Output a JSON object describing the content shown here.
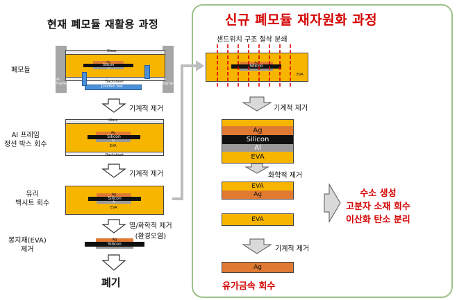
{
  "left": {
    "title": "현재 폐모듈 재활용 과정",
    "row1_label": "폐모듈",
    "module1": {
      "glass": "Glass",
      "ag": "Ag",
      "silicon": "Silicon",
      "al": "Al",
      "eva": "EVA",
      "backsheet": "Backsheet",
      "junction": "Junction box",
      "frame_l": "Al\nframe",
      "frame_r": "Al\nframe"
    },
    "step1": "기계적 제거",
    "row2_label": "Al 프레임\n정션 박스 회수",
    "module2": {
      "glass": "Glass",
      "ag": "Ag",
      "silicon": "Silicon",
      "al": "Al",
      "eva": "EVA",
      "backsheet": "Backsheet"
    },
    "step2": "기계적 제거",
    "row3_label": "유리\n백시트 회수",
    "module3": {
      "ag": "Ag",
      "silicon": "Silicon",
      "al": "Al",
      "eva": "EVA"
    },
    "step3": "열/화학적 제거\n(환경오염)",
    "row4_label": "봉지재(EVA)\n제거",
    "module4": {
      "ag": "Ag",
      "silicon": "Silicon"
    },
    "final": "폐기"
  },
  "right": {
    "title": "신규 폐모듈 재자원화 과정",
    "cut_label": "샌드위치 구조 절삭 분쇄",
    "cut_module": {
      "ag": "Ag",
      "silicon": "Silicon",
      "eva": "EVA"
    },
    "step1": "기계적 제거",
    "stack1": {
      "ag": "Ag",
      "silicon": "Silicon",
      "al": "Al",
      "eva": "EVA"
    },
    "step2": "화학적 제거",
    "stack2": {
      "eva": "EVA",
      "ag": "Ag"
    },
    "stack3": {
      "eva": "EVA"
    },
    "step3": "기계적 제거",
    "stack4": {
      "ag": "Ag"
    },
    "result": "유가금속 회수",
    "side_result": "수소 생성\n고분자 소재 회수\n이산화 탄소 분리"
  }
}
